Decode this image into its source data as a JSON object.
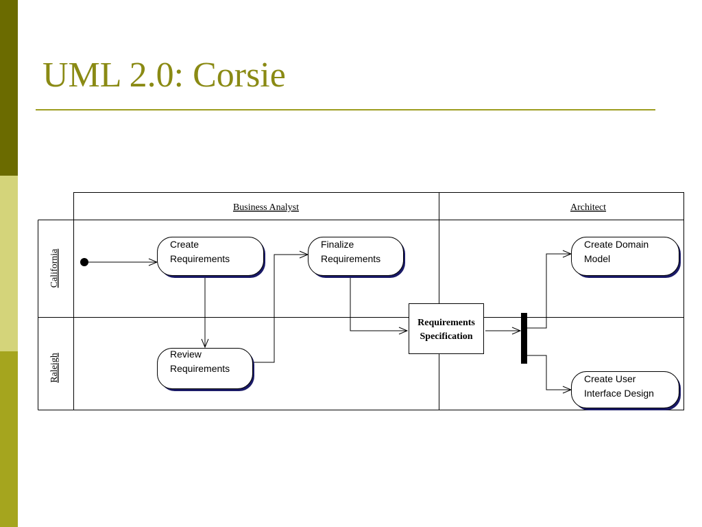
{
  "slide": {
    "title": "UML 2.0: Corsie"
  },
  "colors": {
    "sidebar_dark": "#6b6b00",
    "sidebar_light": "#d4d47a",
    "sidebar_mid": "#a5a51e",
    "title": "#8a8a14",
    "rule": "#9c9c1e",
    "activity_shadow": "#1a1a66"
  },
  "diagram": {
    "partitions": {
      "columns": [
        "Business Analyst",
        "Architect"
      ],
      "rows": [
        "California",
        "Raleigh"
      ]
    },
    "activities": {
      "create_requirements": [
        "Create",
        "Requirements"
      ],
      "finalize_requirements": [
        "Finalize",
        "Requirements"
      ],
      "review_requirements": [
        "Review",
        "Requirements"
      ],
      "create_domain_model": [
        "Create Domain",
        "Model"
      ],
      "create_ui_design": [
        "Create User",
        "Interface Design"
      ]
    },
    "object_node": [
      "Requirements",
      "Specification"
    ]
  }
}
